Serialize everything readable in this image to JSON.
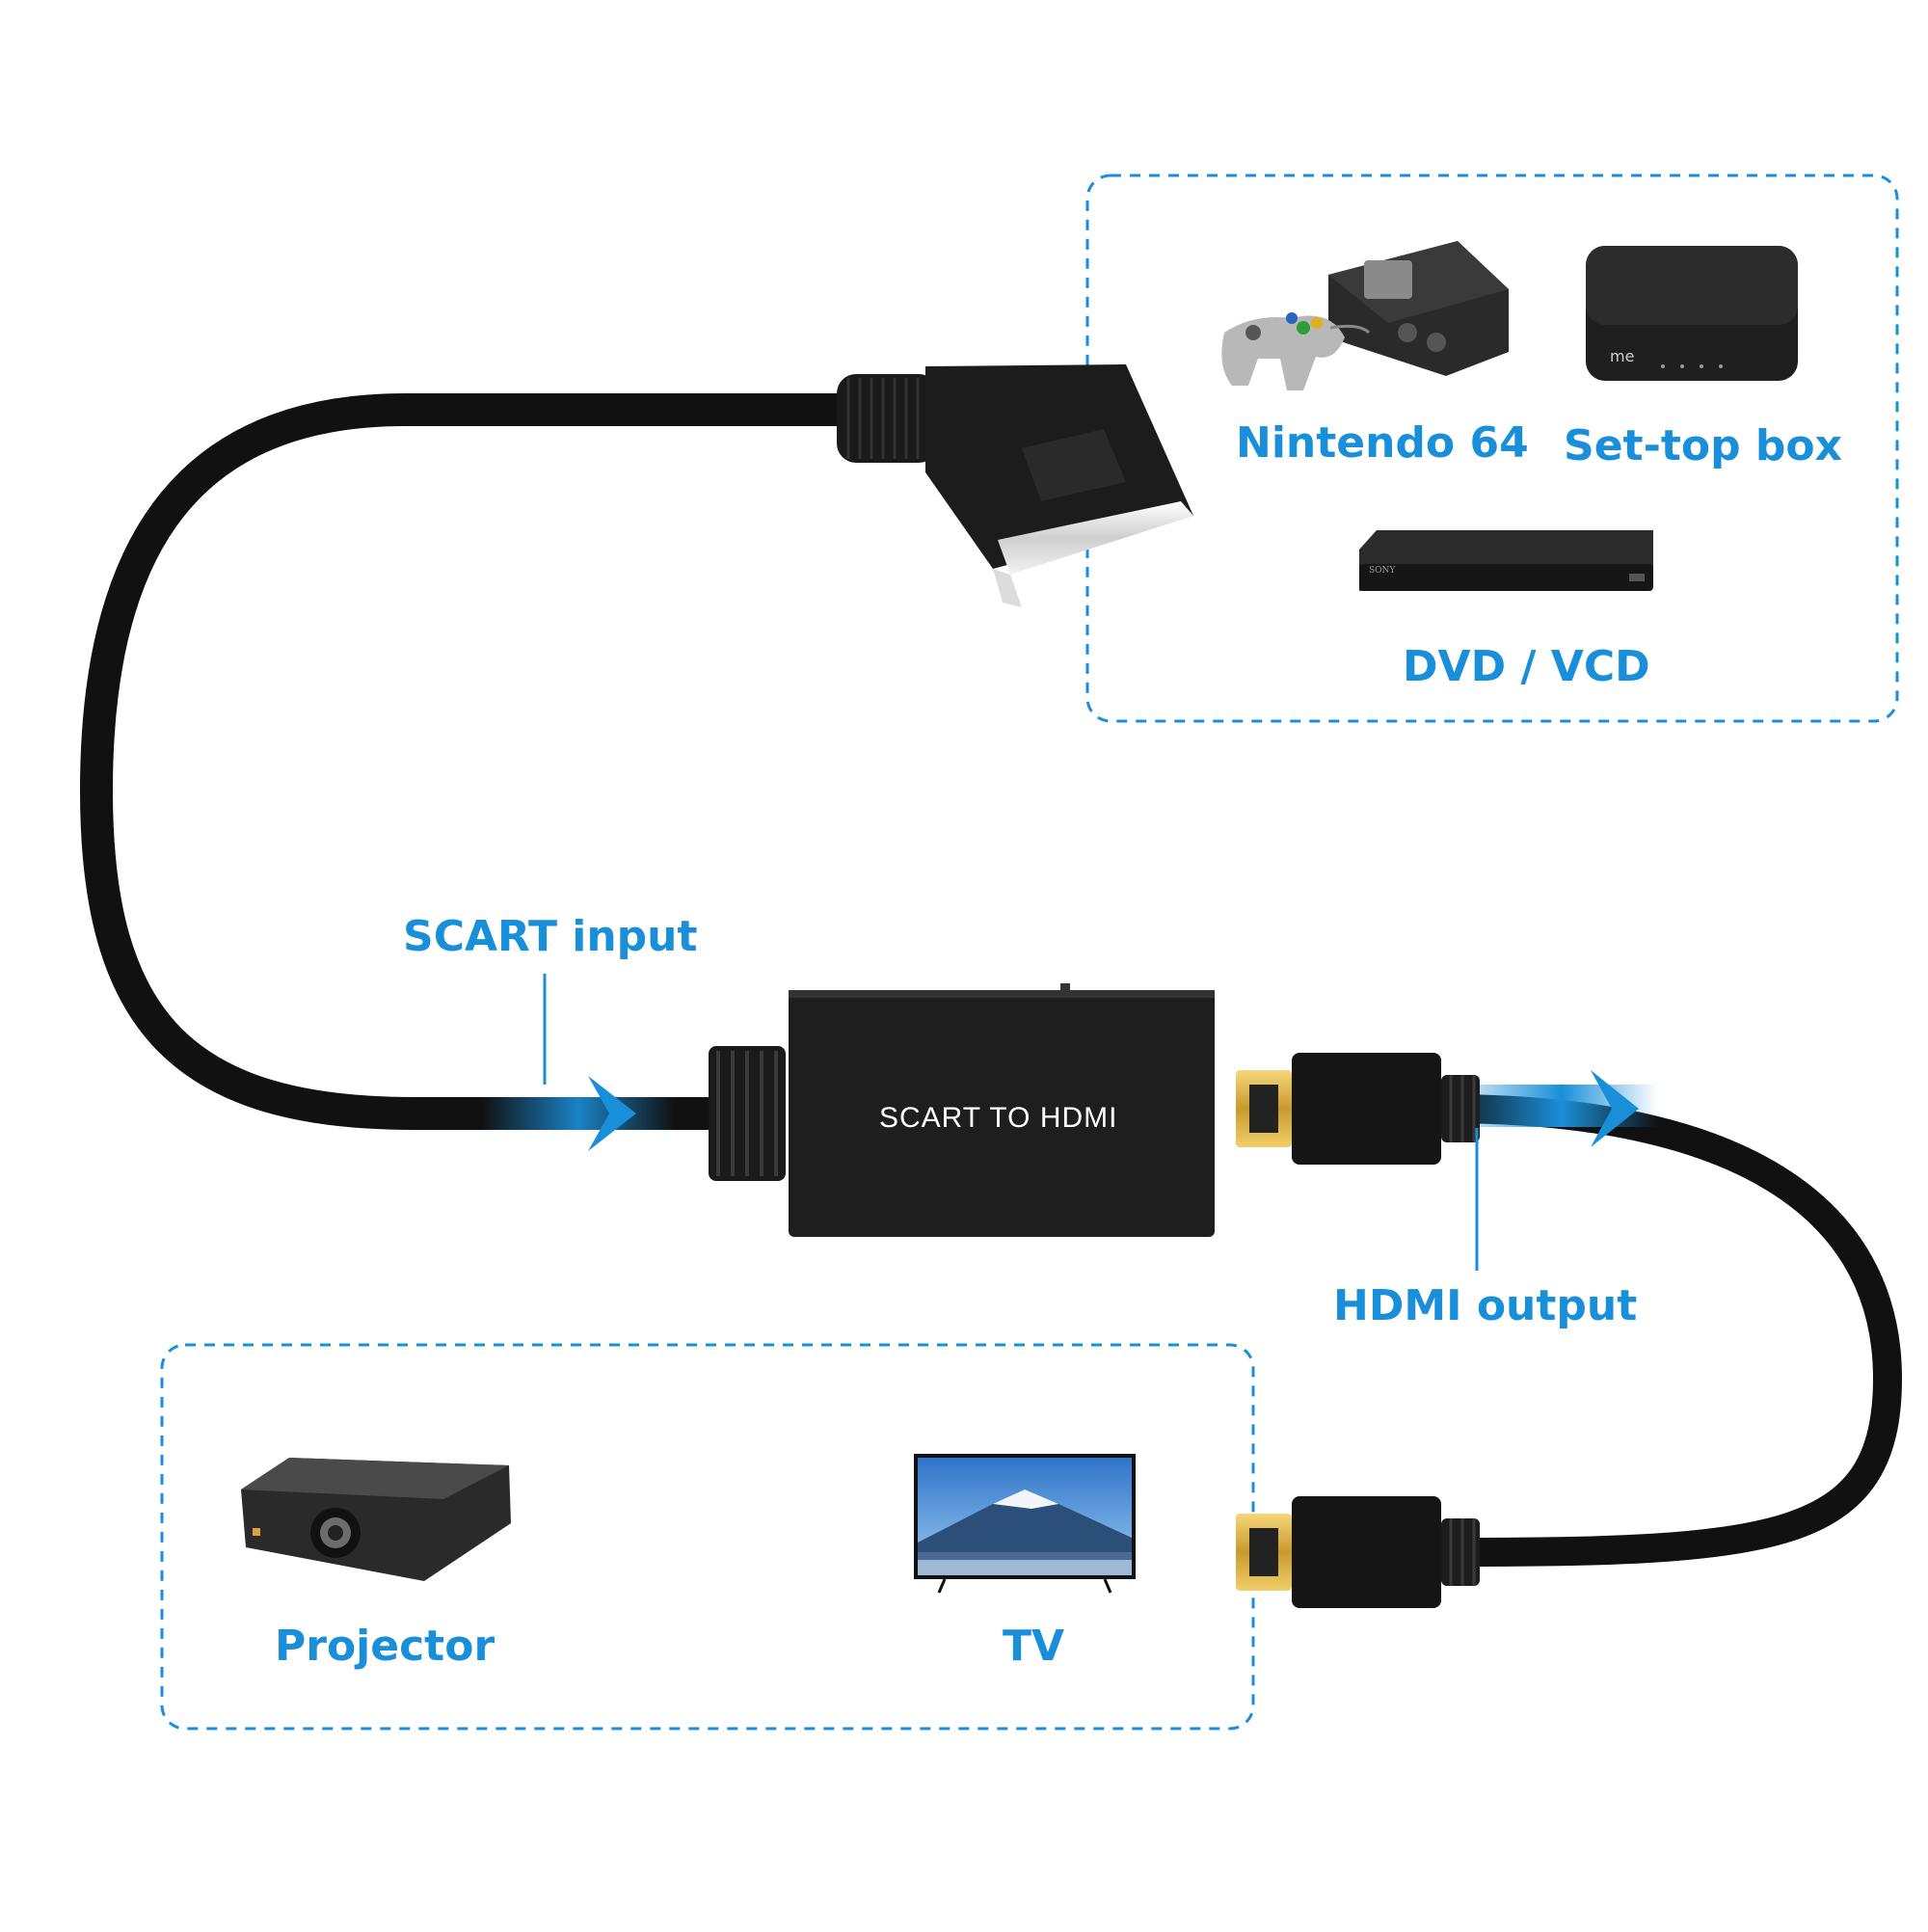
{
  "adapter": {
    "text": "SCART TO HDMI"
  },
  "labels": {
    "scart_input": "SCART input",
    "hdmi_output": "HDMI output"
  },
  "sources": {
    "nintendo": "Nintendo 64",
    "settop": "Set-top box",
    "dvd": "DVD / VCD"
  },
  "outputs": {
    "projector": "Projector",
    "tv": "TV"
  },
  "colors": {
    "accent": "#1a8fd9",
    "cable": "#111111",
    "device": "#1e1e1e"
  }
}
